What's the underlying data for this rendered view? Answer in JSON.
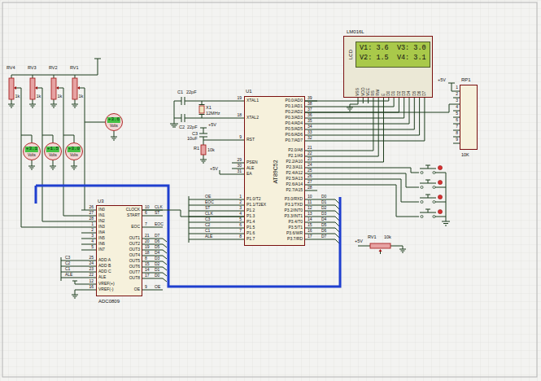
{
  "diagram": {
    "nodes": [
      {
        "text": [
          "LM016L",
          "LCD",
          "V1: 3.6  V3: 3.0",
          "V2: 1.5  V4: 3.1"
        ]
      },
      {
        "text": [
          "RP1",
          "10K"
        ]
      },
      {
        "text": [
          "U1",
          "AT89C52"
        ]
      },
      {
        "text": [
          "+3.6",
          "Volts"
        ]
      },
      {
        "text": [
          "+3.1",
          "Volts"
        ]
      },
      {
        "text": [
          "+1.5",
          "Volts"
        ]
      },
      {
        "text": [
          "+3.0",
          "Volts"
        ]
      },
      {
        "text": [
          "U3",
          "ADC0809"
        ]
      }
    ],
    "edges": [
      {
        "from": 2,
        "to": 0,
        "arrow": "none"
      },
      {
        "from": 7,
        "to": 2,
        "arrow": "none"
      },
      {
        "from": 2,
        "to": 1,
        "arrow": "none"
      }
    ],
    "labels": [
      "XTAL1",
      "XTAL2",
      "RST",
      "PSEN",
      "ALE",
      "EA",
      "P1.0/T2",
      "P1.1/T2EX",
      "P1.2",
      "P1.3",
      "P1.4",
      "P1.5",
      "P1.6",
      "P1.7",
      "19",
      "18",
      "9",
      "29",
      "30",
      "31",
      "1",
      "2",
      "3",
      "4",
      "5",
      "6",
      "7",
      "8",
      "P0.0/AD0",
      "P0.1/AD1",
      "P0.2/AD2",
      "P0.3/AD3",
      "P0.4/AD4",
      "P0.5/AD5",
      "P0.6/AD6",
      "P0.7/AD7",
      "P2.0/A8",
      "P2.1/A9",
      "P2.2/A10",
      "P2.3/A11",
      "P2.4/A12",
      "P2.5/A13",
      "P2.6/A14",
      "P2.7/A15",
      "P3.0/RXD",
      "P3.1/TXD",
      "P3.2/INT0",
      "P3.3/INT1",
      "P3.4/T0",
      "P3.5/T1",
      "P3.6/WR",
      "P3.7/RD",
      "39",
      "38",
      "37",
      "36",
      "35",
      "34",
      "33",
      "32",
      "21",
      "22",
      "23",
      "24",
      "25",
      "26",
      "27",
      "28",
      "10",
      "11",
      "12",
      "13",
      "14",
      "15",
      "16",
      "17",
      "IN0",
      "IN1",
      "IN2",
      "IN3",
      "IN4",
      "IN5",
      "IN6",
      "IN7",
      "ADD A",
      "ADD B",
      "ADD C",
      "ALE",
      "VREF(+)",
      "VREF(-)",
      "26",
      "27",
      "28",
      "1",
      "2",
      "3",
      "4",
      "5",
      "25",
      "24",
      "23",
      "22",
      "12",
      "16",
      "CLOCK",
      "START",
      "EOC",
      "OUT1",
      "OUT2",
      "OUT3",
      "OUT4",
      "OUT5",
      "OUT6",
      "OUT7",
      "OUT8",
      "OE",
      "10",
      "6",
      "7",
      "21",
      "20",
      "19",
      "18",
      "8",
      "15",
      "14",
      "17",
      "9",
      "OE",
      "EOC",
      "ST",
      "CLK",
      "C3",
      "C2",
      "C1",
      "ALE",
      "CLK",
      "ST",
      "EOC",
      "D7",
      "D6",
      "D5",
      "D4",
      "D3",
      "D2",
      "D1",
      "D0",
      "OE",
      "C3",
      "C2",
      "C1",
      "ALE",
      "D0",
      "D1",
      "D2",
      "D3",
      "D4",
      "D5",
      "D6",
      "D7",
      "VSS",
      "VDD",
      "VEE",
      "RS",
      "RW",
      "E",
      "D0",
      "D1",
      "D2",
      "D3",
      "D4",
      "D5",
      "D6",
      "D7",
      "1",
      "2",
      "3",
      "4",
      "5",
      "6",
      "7",
      "8",
      "9",
      "RV4",
      "RV3",
      "RV2",
      "RV1",
      "1k",
      "1k",
      "1k",
      "1k",
      "C1",
      "22pF",
      "C2",
      "22pF",
      "X1",
      "12MHz",
      "+5V",
      "C3",
      "10uF",
      "R1",
      "10k",
      "+5V",
      "+5V",
      "RV1",
      "10k",
      "+5V"
    ]
  }
}
